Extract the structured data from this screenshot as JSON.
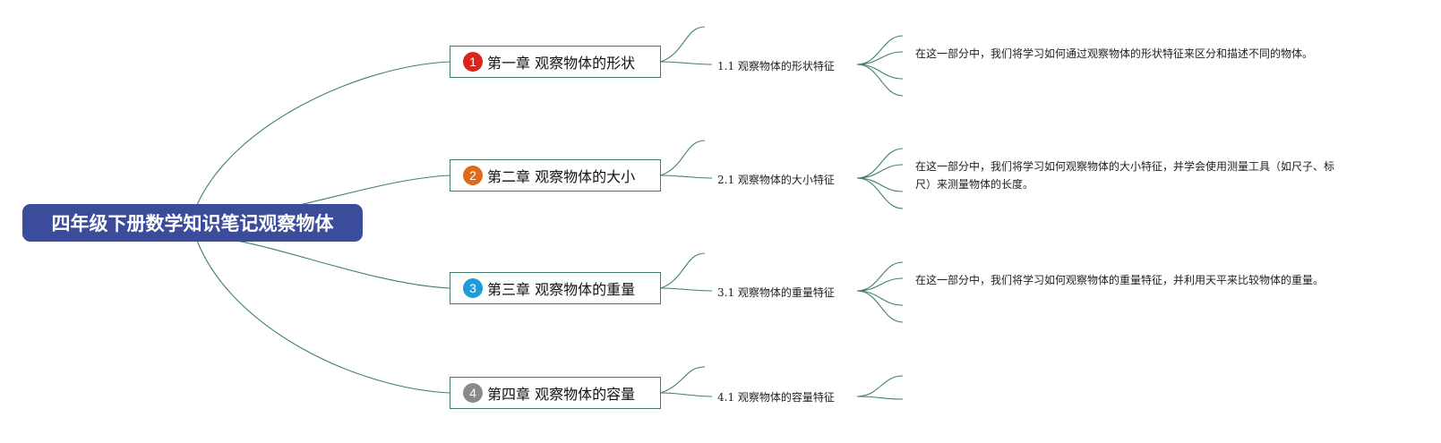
{
  "root": {
    "title": "四年级下册数学知识笔记观察物体",
    "color": "#3b4c9a"
  },
  "connector_color": "#3f7f6a",
  "chapters": [
    {
      "badge": "1",
      "badge_color": "#d9261c",
      "title": "第一章 观察物体的形状",
      "section": "1.1 观察物体的形状特征",
      "note": "在这一部分中，我们将学习如何通过观察物体的形状特征来区分和描述不同的物体。"
    },
    {
      "badge": "2",
      "badge_color": "#e06a1b",
      "title": "第二章 观察物体的大小",
      "section": "2.1 观察物体的大小特征",
      "note": "在这一部分中，我们将学习如何观察物体的大小特征，并学会使用测量工具（如尺子、标尺）来测量物体的长度。"
    },
    {
      "badge": "3",
      "badge_color": "#1f9bd7",
      "title": "第三章 观察物体的重量",
      "section": "3.1 观察物体的重量特征",
      "note": "在这一部分中，我们将学习如何观察物体的重量特征，并利用天平来比较物体的重量。"
    },
    {
      "badge": "4",
      "badge_color": "#8a8a8a",
      "title": "第四章 观察物体的容量",
      "section": "4.1 观察物体的容量特征",
      "note": ""
    }
  ]
}
